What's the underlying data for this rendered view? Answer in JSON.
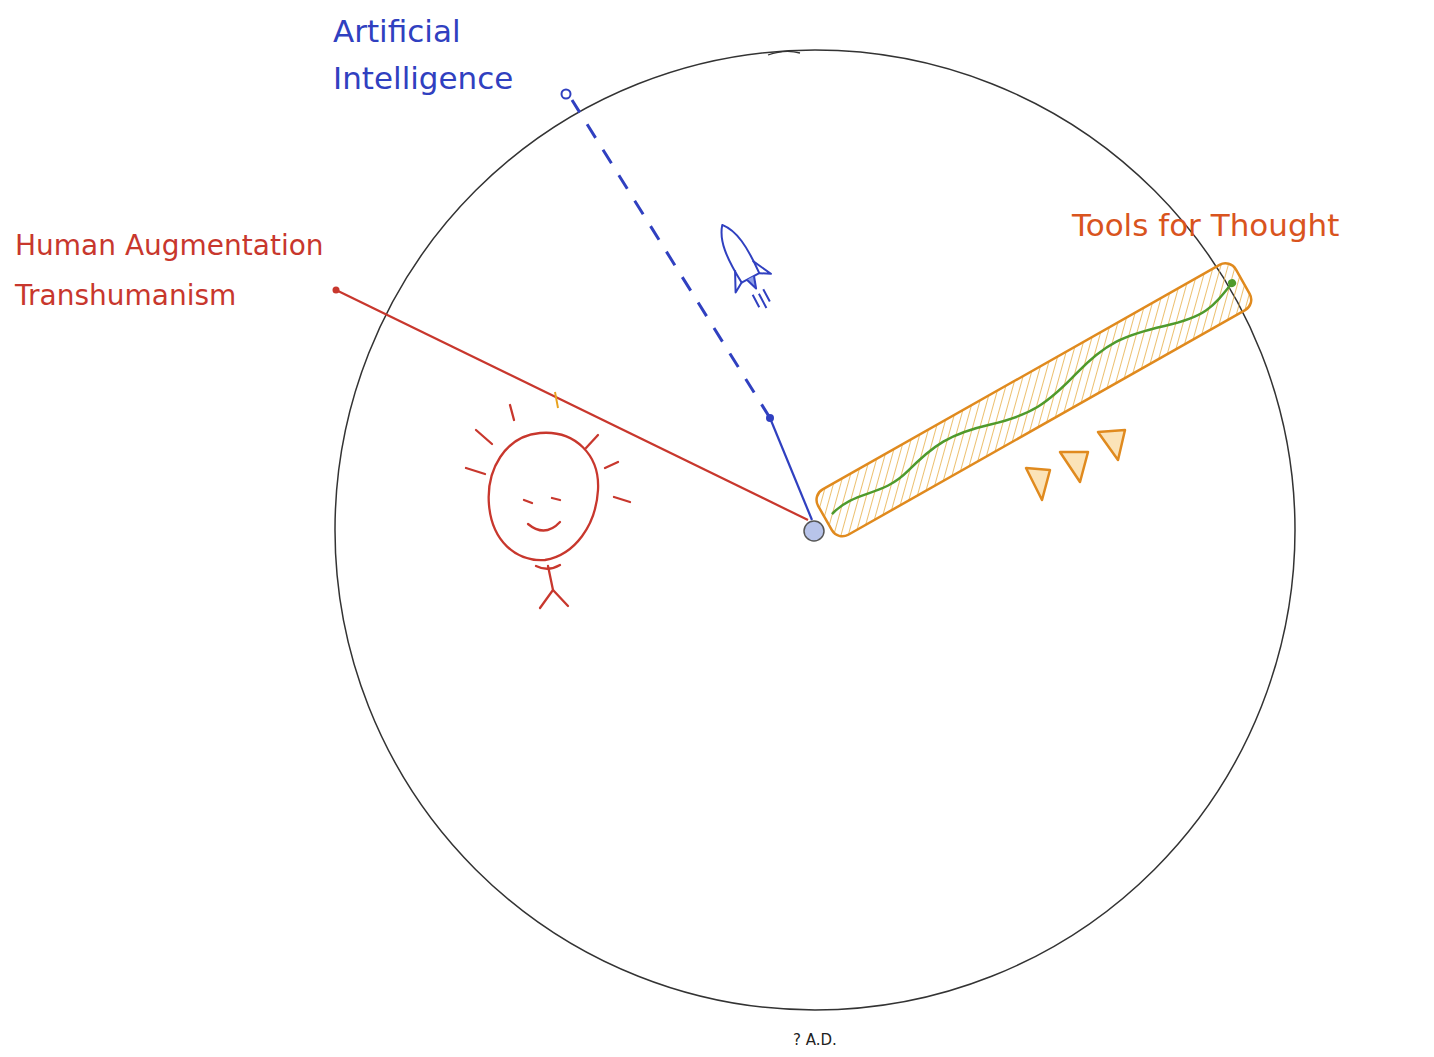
{
  "diagram": {
    "labels": [
      "Artificial Intelligence",
      "Human Augmentation",
      "Transhumanism",
      "Tools for Thought",
      "? A.D."
    ]
  }
}
